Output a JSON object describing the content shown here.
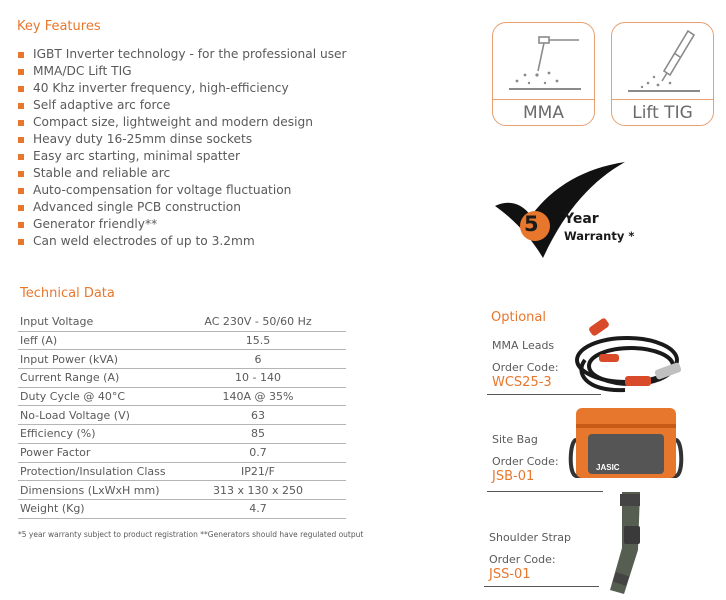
{
  "key_features": {
    "title": "Key Features",
    "items": [
      "IGBT Inverter technology - for the professional user",
      "MMA/DC Lift TIG",
      "40 Khz inverter frequency, high-efficiency",
      "Self adaptive arc force",
      "Compact size, lightweight and modern design",
      "Heavy duty 16-25mm dinse sockets",
      "Easy arc starting, minimal spatter",
      "Stable and reliable arc",
      "Auto-compensation for voltage fluctuation",
      "Advanced single PCB construction",
      "Generator friendly**",
      "Can weld electrodes of up to 3.2mm"
    ]
  },
  "modes": [
    {
      "label": "MMA",
      "icon": "mma-welding-icon"
    },
    {
      "label": "Lift TIG",
      "icon": "tig-torch-icon"
    }
  ],
  "warranty": {
    "number": "5",
    "line1": "Year",
    "line2": "Warranty *"
  },
  "technical_data": {
    "title": "Technical Data",
    "rows": [
      {
        "label": "Input Voltage",
        "value": "AC 230V - 50/60 Hz"
      },
      {
        "label": "Ieff (A)",
        "value": "15.5"
      },
      {
        "label": "Input Power (kVA)",
        "value": "6"
      },
      {
        "label": "Current Range (A)",
        "value": "10 - 140"
      },
      {
        "label": "Duty Cycle @ 40°C",
        "value": "140A @ 35%"
      },
      {
        "label": "No-Load Voltage (V)",
        "value": "63"
      },
      {
        "label": "Efficiency (%)",
        "value": "85"
      },
      {
        "label": "Power Factor",
        "value": "0.7"
      },
      {
        "label": "Protection/Insulation Class",
        "value": "IP21/F"
      },
      {
        "label": "Dimensions (LxWxH mm)",
        "value": "313 x 130 x 250"
      },
      {
        "label": "Weight (Kg)",
        "value": "4.7"
      }
    ],
    "footnote": "*5 year warranty subject to product registration  **Generators should have regulated output"
  },
  "optional": {
    "title": "Optional",
    "order_code_label": "Order Code:",
    "items": [
      {
        "name": "MMA Leads",
        "code": "WCS25-3"
      },
      {
        "name": "Site Bag",
        "code": "JSB-01",
        "brand": "JASIC"
      },
      {
        "name": "Shoulder Strap",
        "code": "JSS-01"
      }
    ]
  },
  "colors": {
    "accent": "#e8772e",
    "text": "#5a5a5a",
    "box_border": "#e8a070"
  }
}
